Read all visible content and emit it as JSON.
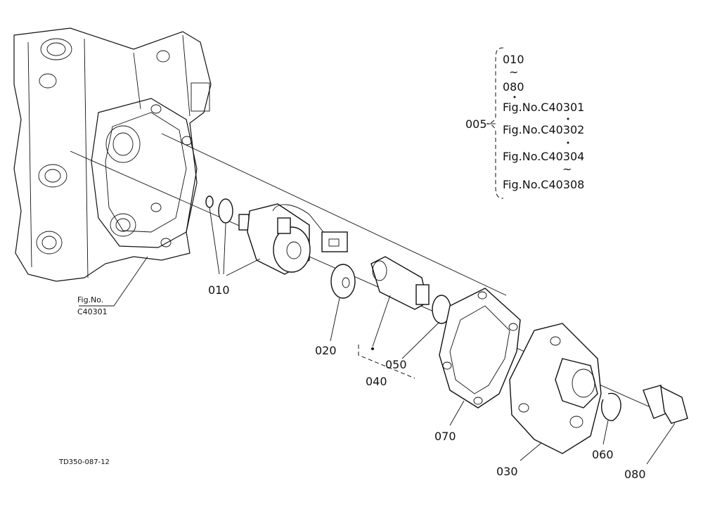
{
  "callouts": [
    {
      "id": "010",
      "label": "010"
    },
    {
      "id": "020",
      "label": "020"
    },
    {
      "id": "040",
      "label": "040"
    },
    {
      "id": "050",
      "label": "050"
    },
    {
      "id": "070",
      "label": "070"
    },
    {
      "id": "030",
      "label": "030"
    },
    {
      "id": "060",
      "label": "060"
    },
    {
      "id": "080",
      "label": "080"
    }
  ],
  "figref": {
    "line1": "Fig.No.",
    "line2": "C40301"
  },
  "legend": {
    "group": "005",
    "range_start": "010",
    "tilde": "~",
    "range_end": "080",
    "refs": [
      "Fig.No.C40301",
      "Fig.No.C40302",
      "Fig.No.C40304",
      "Fig.No.C40308"
    ]
  },
  "drawing_code": "TD350-087-12"
}
